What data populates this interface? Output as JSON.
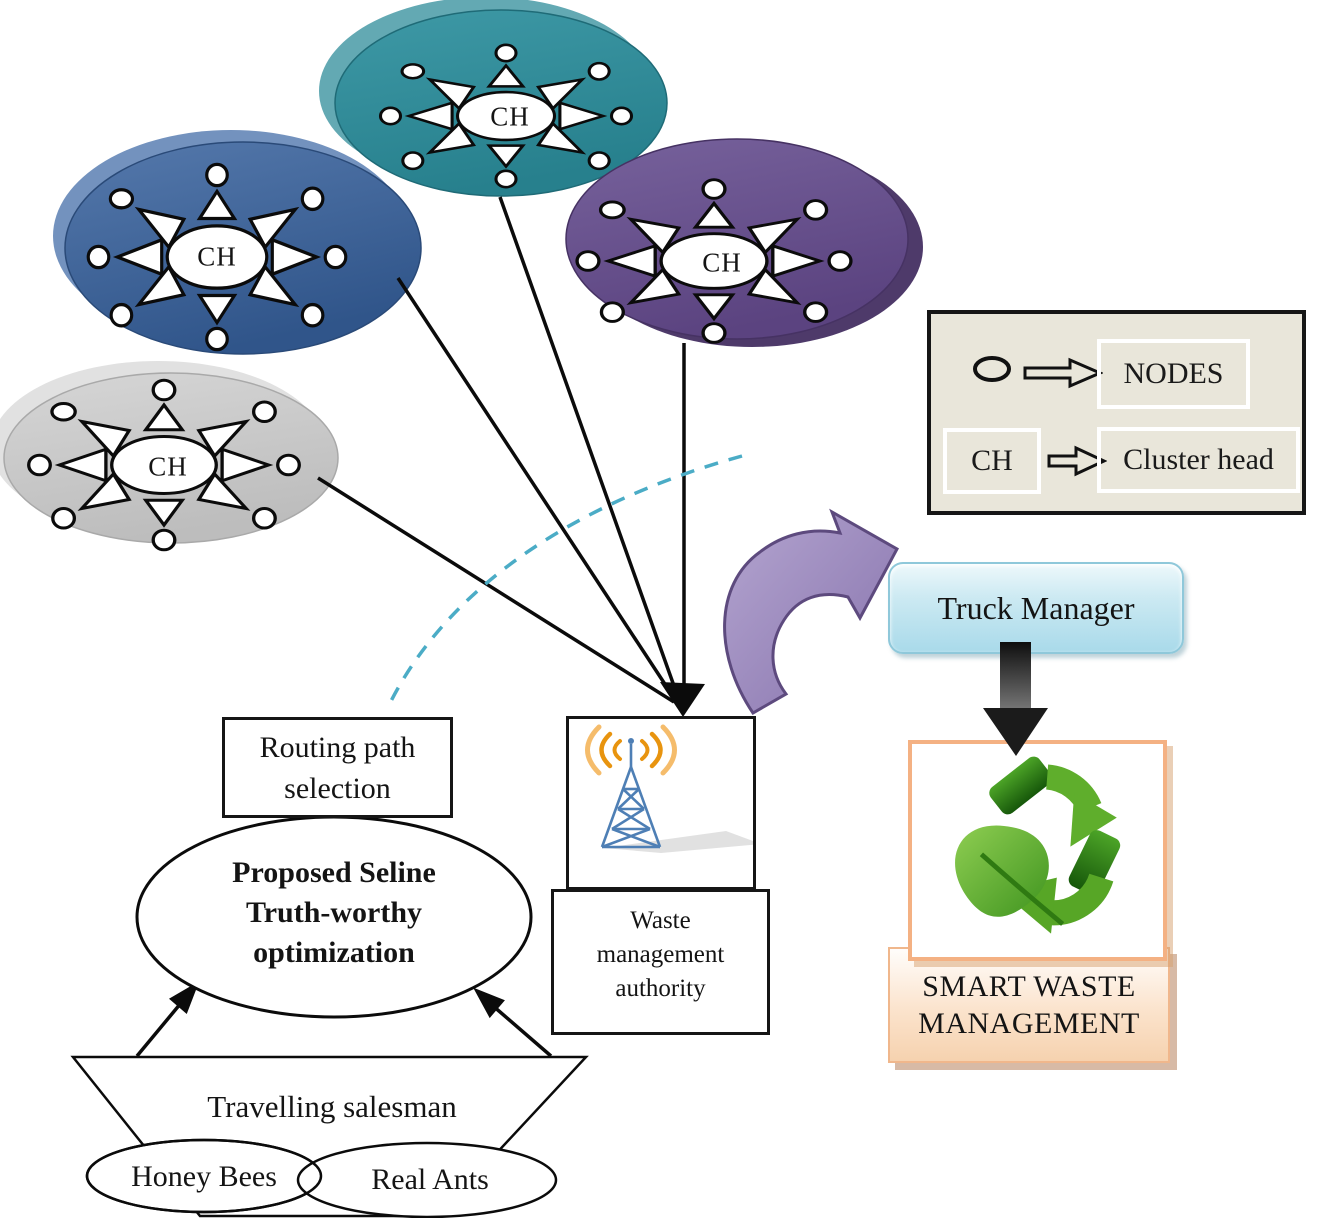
{
  "clusters": [
    {
      "id": "blue",
      "ch_label": "CH",
      "fill": "#3A5F94"
    },
    {
      "id": "teal",
      "ch_label": "CH",
      "fill": "#2E8A97"
    },
    {
      "id": "purple",
      "ch_label": "CH",
      "fill": "#6A5089"
    },
    {
      "id": "gray",
      "ch_label": "CH",
      "fill": "#C9C9C9"
    }
  ],
  "legend": {
    "node_symbol": "ellipse",
    "node_label": "NODES",
    "ch_symbol": "CH",
    "ch_label": "Cluster head"
  },
  "truck_manager": {
    "label": "Truck Manager"
  },
  "waste_authority": {
    "line1": "Waste",
    "line2": "management",
    "line3": "authority"
  },
  "routing": {
    "line1": "Routing path",
    "line2": "selection"
  },
  "proposed": {
    "line1": "Proposed Seline",
    "line2": "Truth-worthy",
    "line3": "optimization"
  },
  "trapezoid": {
    "label": "Travelling salesman"
  },
  "venn": {
    "honey_bees": "Honey Bees",
    "real_ants": "Real Ants"
  },
  "smart_waste": {
    "line1": "SMART WASTE",
    "line2": "MANAGEMENT"
  },
  "icons": {
    "antenna": "radio-tower-icon",
    "recycle": "recycling-leaf-icon",
    "curved_arrow": "curved-arrow-icon"
  },
  "colors": {
    "cluster_blue": "#3A5F94",
    "cluster_teal": "#2E8A97",
    "cluster_purple": "#6A5089",
    "cluster_gray": "#C9C9C9",
    "dashed_arc": "#4BACC6",
    "legend_bg": "#E9E6DA",
    "truck_fill": "#A9DAEA",
    "smart_border": "#F4B183",
    "recycle_green": "#57A626",
    "antenna_blue": "#4E7FB5",
    "antenna_orange": "#E8940F",
    "purple_arrow": "#9B87BE",
    "line_black": "#0b0b0b"
  }
}
